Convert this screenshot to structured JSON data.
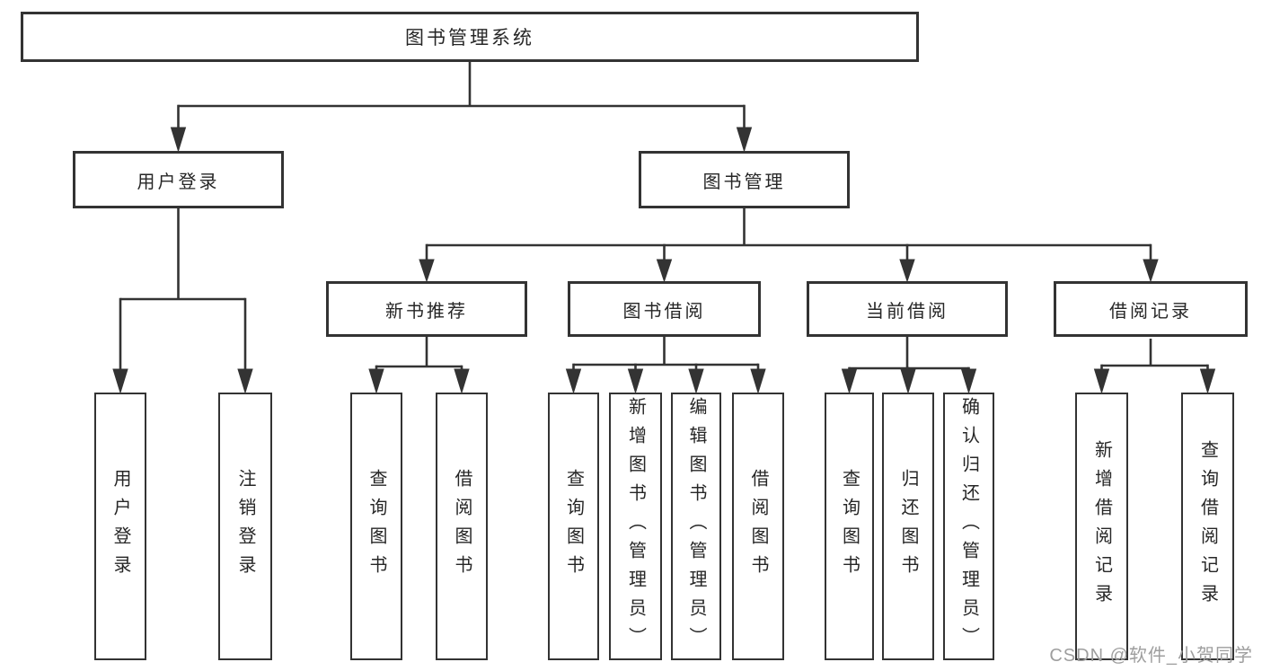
{
  "tree": {
    "label": "图书管理系统",
    "children": [
      {
        "label": "用户登录",
        "children": [
          {
            "label": "用户登录"
          },
          {
            "label": "注销登录"
          }
        ]
      },
      {
        "label": "图书管理",
        "children": [
          {
            "label": "新书推荐",
            "children": [
              {
                "label": "查询图书"
              },
              {
                "label": "借阅图书"
              }
            ]
          },
          {
            "label": "图书借阅",
            "children": [
              {
                "label": "查询图书"
              },
              {
                "label": "新增图书（管理员）"
              },
              {
                "label": "编辑图书（管理员）"
              },
              {
                "label": "借阅图书"
              }
            ]
          },
          {
            "label": "当前借阅",
            "children": [
              {
                "label": "查询图书"
              },
              {
                "label": "归还图书"
              },
              {
                "label": "确认归还（管理员）"
              }
            ]
          },
          {
            "label": "借阅记录",
            "children": [
              {
                "label": "新增借阅记录"
              },
              {
                "label": "查询借阅记录"
              }
            ]
          }
        ]
      }
    ]
  },
  "watermark": {
    "text": "CSDN @软件_小贺同学"
  },
  "colors": {
    "line": "#333333",
    "box_border": "#333333",
    "box_fill": "#ffffff",
    "text": "#262626",
    "watermark": "#9e9e9e",
    "background": "#ffffff"
  }
}
